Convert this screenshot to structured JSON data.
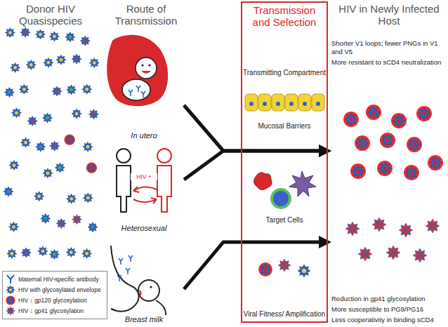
{
  "diagram": {
    "nodes": [
      {
        "text": [
          "Transmission and Selection"
        ]
      },
      {
        "text": [
          "Transmitting Compartment",
          "Mucosal Barriers"
        ],
        "in": 0
      },
      {
        "text": [
          "Target Cells"
        ],
        "in": 0
      },
      {
        "text": [
          "Viral Fitness/ Amplification"
        ],
        "in": 0
      },
      {
        "text": [
          "In utero"
        ]
      },
      {
        "text": [
          "Heterosexual"
        ]
      },
      {
        "text": [
          "Breast milk"
        ]
      },
      {
        "text": [
          "Shorter V1 loops; fewer PNGs in V1 and V5",
          "More resistant to sCD4 neutralization"
        ]
      },
      {
        "text": [
          "Reduction in gp41 glycosylation",
          "More susceptible to PG9/PG16",
          "Less cooperativity in binding sCD4"
        ]
      }
    ],
    "edges": [
      {
        "from": 4,
        "to": 7,
        "arrow": "to"
      },
      {
        "from": 5,
        "to": 7,
        "arrow": "to"
      },
      {
        "from": 6,
        "to": 8,
        "arrow": "to"
      }
    ],
    "labels": [
      "Donor HIV Quasispecies",
      "Route of Transmission",
      "HIV in Newly Infected Host",
      "HIV +"
    ],
    "legend": [
      {
        "text": "Maternal HIV-specific antibody"
      },
      {
        "text": "HIV with glycosylated envelope"
      },
      {
        "text": "HIV ↓ gp120 glycosylation"
      },
      {
        "text": "HIV ↓ gp41 glycosylation"
      }
    ]
  }
}
